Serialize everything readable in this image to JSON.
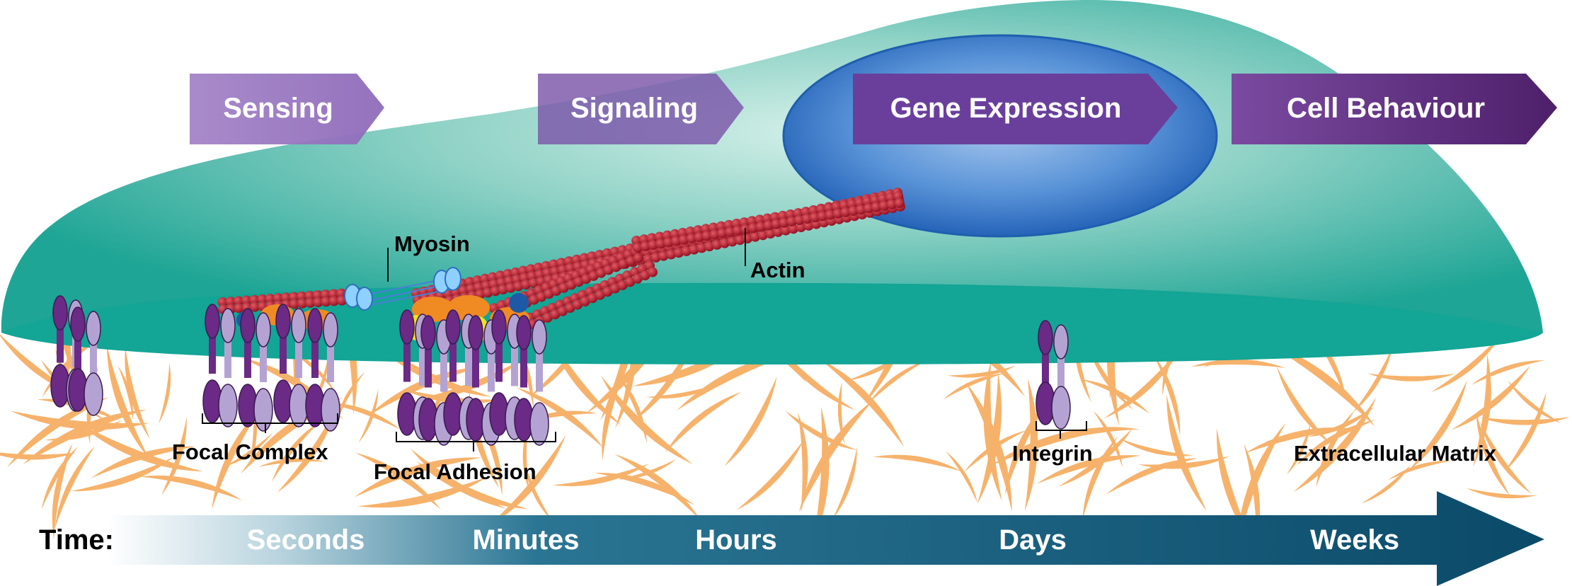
{
  "stages": [
    {
      "label": "Sensing"
    },
    {
      "label": "Signaling"
    },
    {
      "label": "Gene Expression"
    },
    {
      "label": "Cell Behaviour"
    }
  ],
  "labels": {
    "myosin": "Myosin",
    "actin": "Actin",
    "focal_complex": "Focal Complex",
    "focal_adhesion": "Focal Adhesion",
    "integrin": "Integrin",
    "ecm": "Extracellular Matrix"
  },
  "timeline": {
    "label": "Time:",
    "marks": [
      "Seconds",
      "Minutes",
      "Hours",
      "Days",
      "Weeks"
    ]
  },
  "colors": {
    "cell_top": "#2fb3a4",
    "cell_highlight": "#c9ece4",
    "cell_base": "#12a596",
    "nucleus": "#2a6fc4",
    "actin": "#b01426",
    "integrin_dark": "#6a2a86",
    "integrin_light": "#b4a3d2",
    "ecm_fiber": "#f6b26b",
    "arrow_start": "#ffffff",
    "arrow_end": "#0b4b6b",
    "stage_light": "#9e7bc3",
    "stage_dark": "#5b2a78"
  }
}
